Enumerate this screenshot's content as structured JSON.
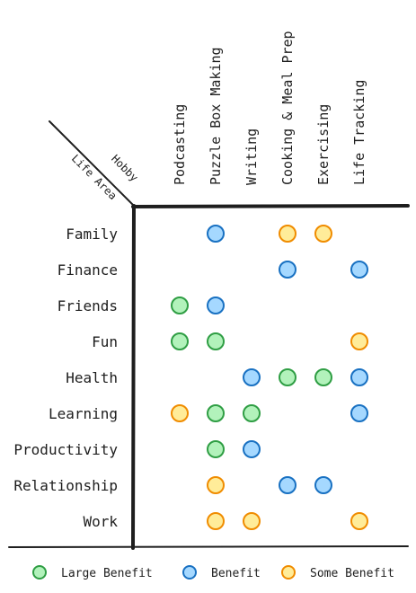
{
  "corner": {
    "hobby_label": "Hobby",
    "area_label": "Life Area"
  },
  "hobbies": [
    "Podcasting",
    "Puzzle Box Making",
    "Writing",
    "Cooking & Meal Prep",
    "Exercising",
    "Life Tracking"
  ],
  "life_areas": [
    "Family",
    "Finance",
    "Friends",
    "Fun",
    "Health",
    "Learning",
    "Productivity",
    "Relationship",
    "Work"
  ],
  "levels": {
    "large": {
      "label": "Large Benefit",
      "fill": "#b2f2bb",
      "stroke": "#2f9e44"
    },
    "benefit": {
      "label": "Benefit",
      "fill": "#a5d8ff",
      "stroke": "#1971c2"
    },
    "some": {
      "label": "Some Benefit",
      "fill": "#ffec99",
      "stroke": "#f08c00"
    }
  },
  "legend": [
    "large",
    "benefit",
    "some"
  ],
  "cells": [
    {
      "area": "Family",
      "hobby": "Puzzle Box Making",
      "level": "benefit"
    },
    {
      "area": "Family",
      "hobby": "Cooking & Meal Prep",
      "level": "some"
    },
    {
      "area": "Family",
      "hobby": "Exercising",
      "level": "some"
    },
    {
      "area": "Finance",
      "hobby": "Cooking & Meal Prep",
      "level": "benefit"
    },
    {
      "area": "Finance",
      "hobby": "Life Tracking",
      "level": "benefit"
    },
    {
      "area": "Friends",
      "hobby": "Podcasting",
      "level": "large"
    },
    {
      "area": "Friends",
      "hobby": "Puzzle Box Making",
      "level": "benefit"
    },
    {
      "area": "Fun",
      "hobby": "Podcasting",
      "level": "large"
    },
    {
      "area": "Fun",
      "hobby": "Puzzle Box Making",
      "level": "large"
    },
    {
      "area": "Fun",
      "hobby": "Life Tracking",
      "level": "some"
    },
    {
      "area": "Health",
      "hobby": "Writing",
      "level": "benefit"
    },
    {
      "area": "Health",
      "hobby": "Cooking & Meal Prep",
      "level": "large"
    },
    {
      "area": "Health",
      "hobby": "Exercising",
      "level": "large"
    },
    {
      "area": "Health",
      "hobby": "Life Tracking",
      "level": "benefit"
    },
    {
      "area": "Learning",
      "hobby": "Podcasting",
      "level": "some"
    },
    {
      "area": "Learning",
      "hobby": "Puzzle Box Making",
      "level": "large"
    },
    {
      "area": "Learning",
      "hobby": "Writing",
      "level": "large"
    },
    {
      "area": "Learning",
      "hobby": "Life Tracking",
      "level": "benefit"
    },
    {
      "area": "Productivity",
      "hobby": "Puzzle Box Making",
      "level": "large"
    },
    {
      "area": "Productivity",
      "hobby": "Writing",
      "level": "benefit"
    },
    {
      "area": "Relationship",
      "hobby": "Puzzle Box Making",
      "level": "some"
    },
    {
      "area": "Relationship",
      "hobby": "Cooking & Meal Prep",
      "level": "benefit"
    },
    {
      "area": "Relationship",
      "hobby": "Exercising",
      "level": "benefit"
    },
    {
      "area": "Work",
      "hobby": "Puzzle Box Making",
      "level": "some"
    },
    {
      "area": "Work",
      "hobby": "Writing",
      "level": "some"
    },
    {
      "area": "Work",
      "hobby": "Life Tracking",
      "level": "some"
    }
  ]
}
